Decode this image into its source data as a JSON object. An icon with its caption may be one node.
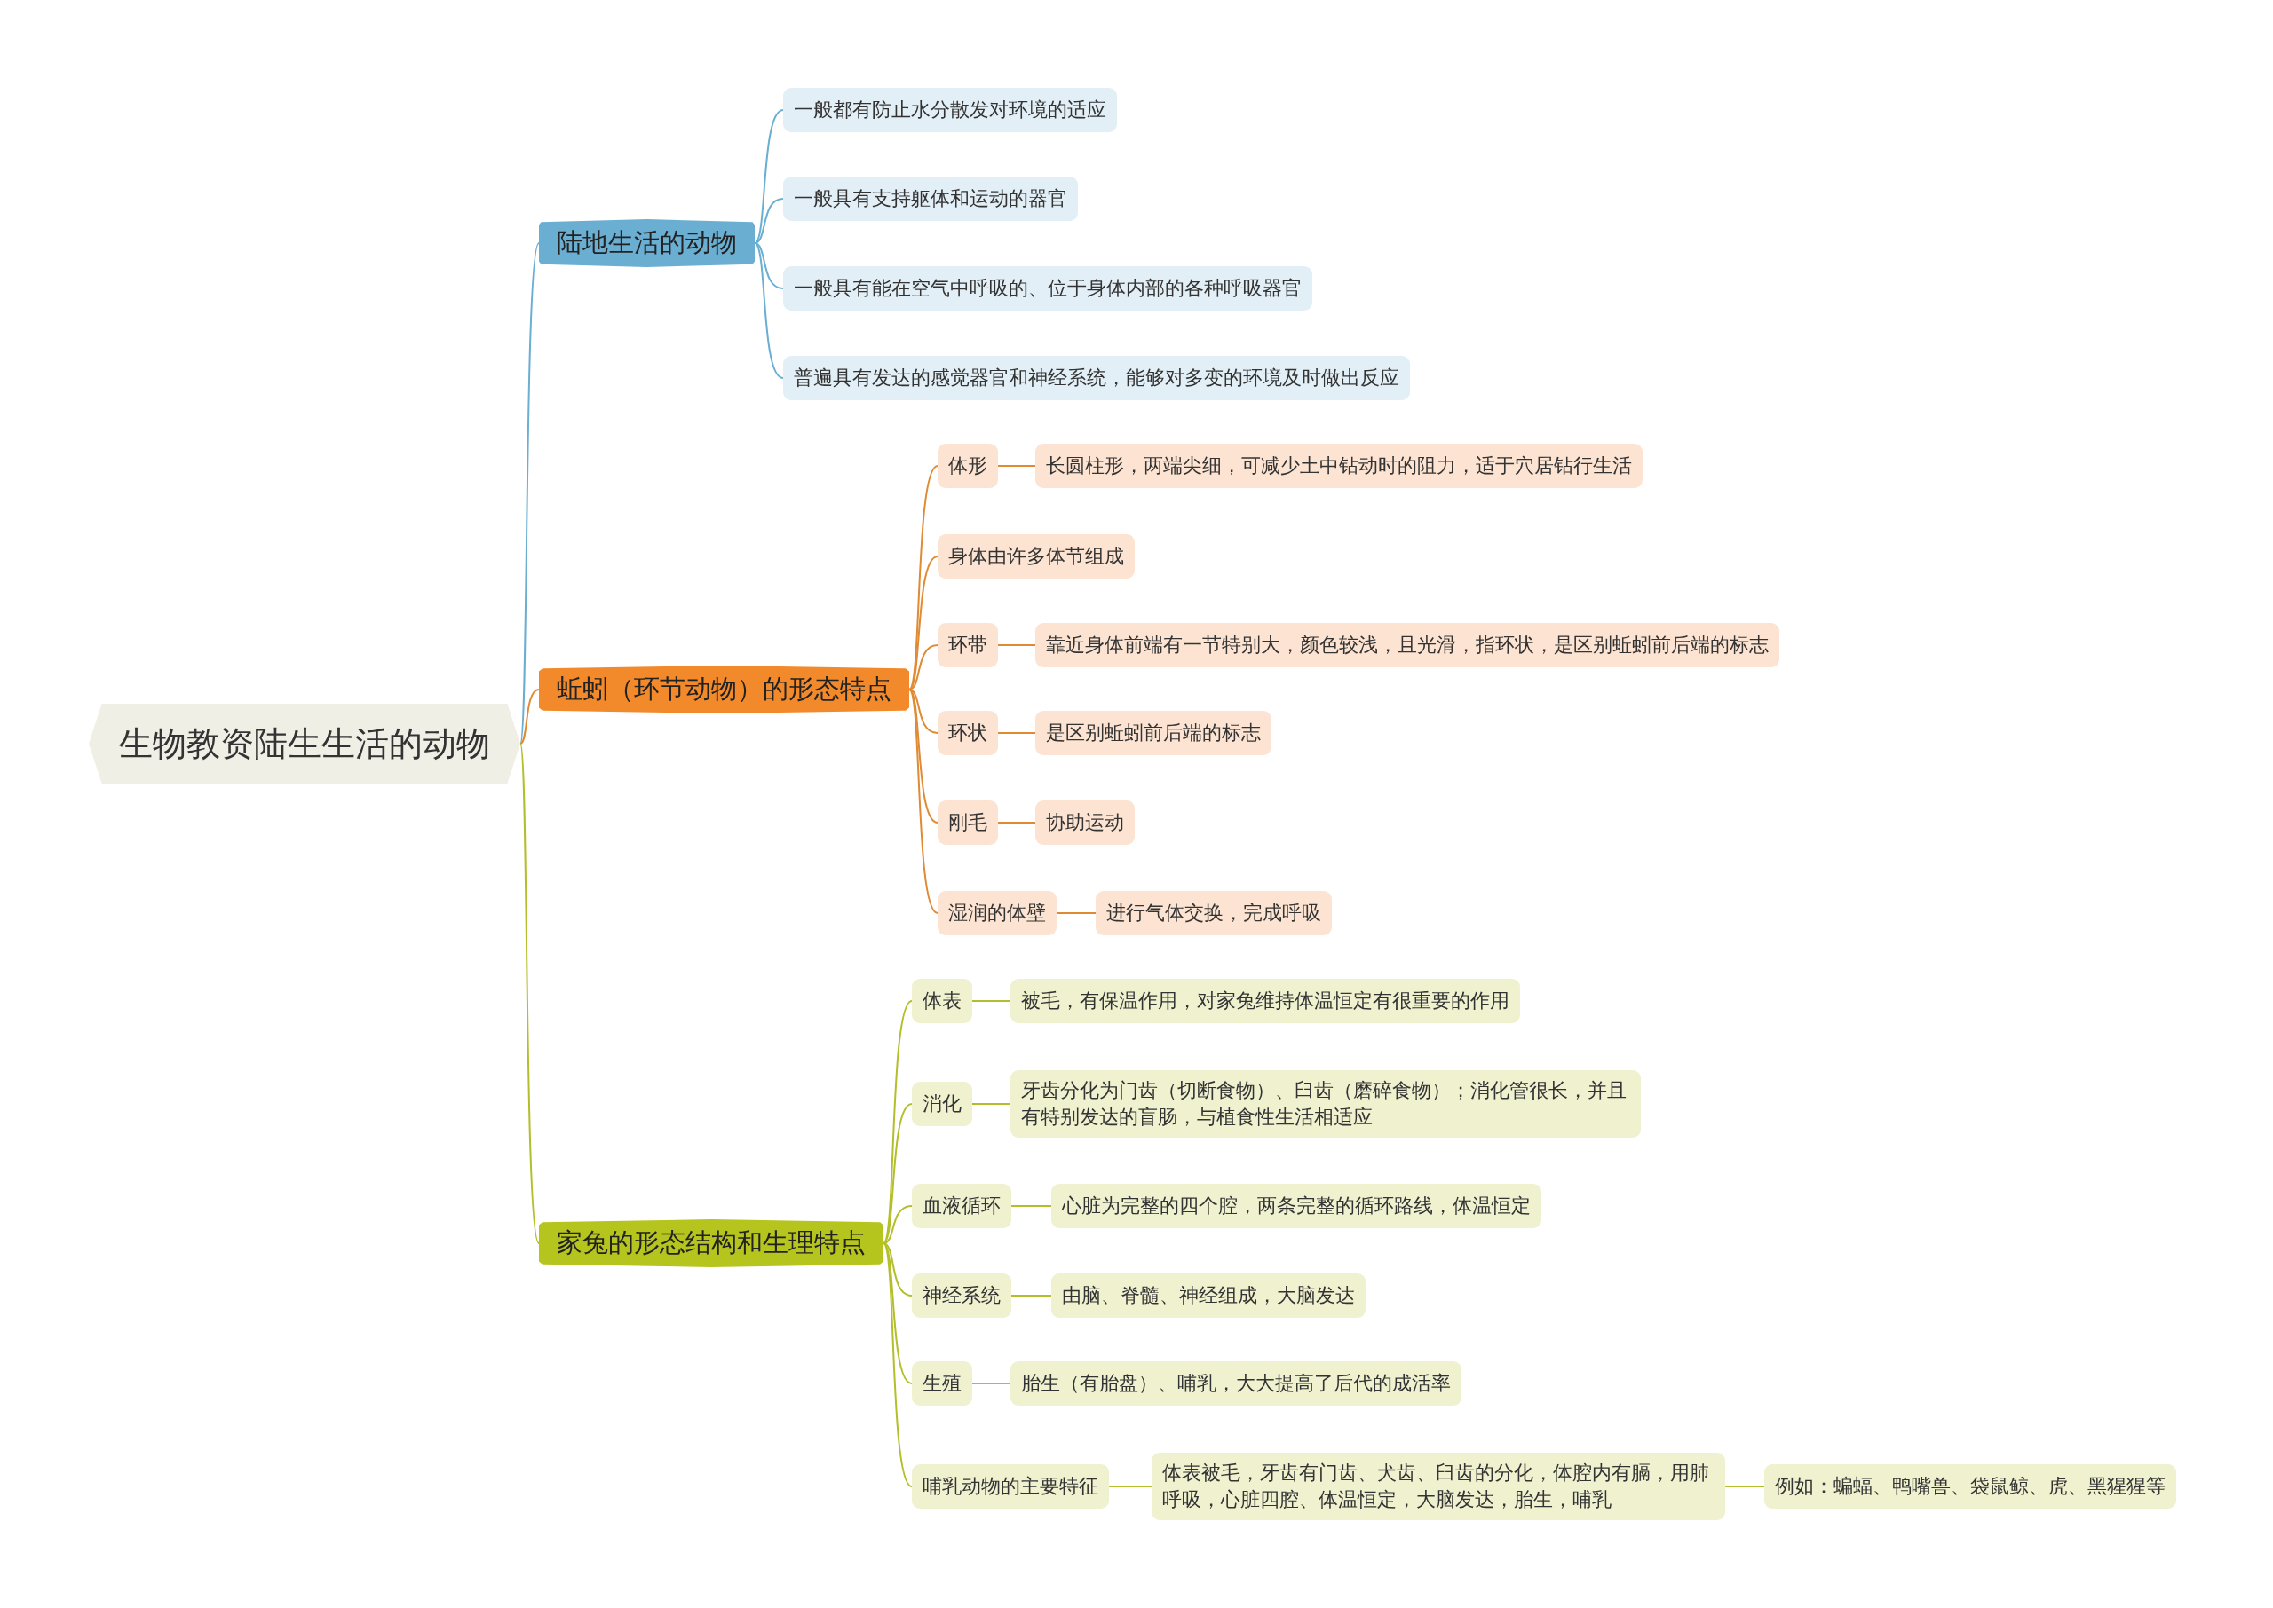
{
  "diagram": {
    "nodes": [
      {
        "text": [
          "生物教资陆生生活的动物"
        ]
      },
      {
        "text": [
          "陆地生活的动物"
        ]
      },
      {
        "text": [
          "一般都有防止水分散发对环境的适应"
        ]
      },
      {
        "text": [
          "一般具有支持躯体和运动的器官"
        ]
      },
      {
        "text": [
          "一般具有能在空气中呼吸的、位于身体内部的各种呼吸器官"
        ]
      },
      {
        "text": [
          "普遍具有发达的感觉器官和神经系统，能够对多变的环境及时做出反应"
        ]
      },
      {
        "text": [
          "蚯蚓（环节动物）的形态特点"
        ]
      },
      {
        "text": [
          "体形"
        ]
      },
      {
        "text": [
          "长圆柱形，两端尖细，可减少土中钻动时的阻力，适于穴居钻行生活"
        ]
      },
      {
        "text": [
          "身体由许多体节组成"
        ]
      },
      {
        "text": [
          "环带"
        ]
      },
      {
        "text": [
          "靠近身体前端有一节特别大，颜色较浅，且光滑，指环状，是区别蚯蚓前后端的标志"
        ]
      },
      {
        "text": [
          "环状"
        ]
      },
      {
        "text": [
          "是区别蚯蚓前后端的标志"
        ]
      },
      {
        "text": [
          "刚毛"
        ]
      },
      {
        "text": [
          "协助运动"
        ]
      },
      {
        "text": [
          "湿润的体壁"
        ]
      },
      {
        "text": [
          "进行气体交换，完成呼吸"
        ]
      },
      {
        "text": [
          "家兔的形态结构和生理特点"
        ]
      },
      {
        "text": [
          "体表"
        ]
      },
      {
        "text": [
          "被毛，有保温作用，对家兔维持体温恒定有很重要的作用"
        ]
      },
      {
        "text": [
          "消化"
        ]
      },
      {
        "text": [
          "牙齿分化为门齿（切断食物）、臼齿（磨碎食物）；消化管很长，并且有特别发达的盲肠，与植食性生活相适应"
        ]
      },
      {
        "text": [
          "血液循环"
        ]
      },
      {
        "text": [
          "心脏为完整的四个腔，两条完整的循环路线，体温恒定"
        ]
      },
      {
        "text": [
          "神经系统"
        ]
      },
      {
        "text": [
          "由脑、脊髓、神经组成，大脑发达"
        ]
      },
      {
        "text": [
          "生殖"
        ]
      },
      {
        "text": [
          "胎生（有胎盘）、哺乳，大大提高了后代的成活率"
        ]
      },
      {
        "text": [
          "哺乳动物的主要特征"
        ]
      },
      {
        "text": [
          "体表被毛，牙齿有门齿、犬齿、臼齿的分化，体腔内有膈，用肺呼吸，心脏四腔、体温恒定，大脑发达，胎生，哺乳"
        ]
      },
      {
        "text": [
          "例如：蝙蝠、鸭嘴兽、袋鼠鲸、虎、黑猩猩等"
        ]
      }
    ],
    "edges": [
      {
        "from": 0,
        "to": 1,
        "arrow": "none",
        "color": "#6aaed2"
      },
      {
        "from": 0,
        "to": 6,
        "arrow": "none",
        "color": "#e08a34"
      },
      {
        "from": 0,
        "to": 18,
        "arrow": "none"
      },
      {
        "from": 1,
        "to": 2,
        "arrow": "none",
        "color": "#6aaed2"
      },
      {
        "from": 1,
        "to": 3,
        "arrow": "none",
        "color": "#6aaed2"
      },
      {
        "from": 1,
        "to": 4,
        "arrow": "none",
        "color": "#6aaed2"
      },
      {
        "from": 1,
        "to": 5,
        "arrow": "none",
        "color": "#6aaed2"
      },
      {
        "from": 6,
        "to": 7,
        "arrow": "none",
        "color": "#e08a34"
      },
      {
        "from": 7,
        "to": 8,
        "arrow": "none",
        "color": "#e08a34"
      },
      {
        "from": 6,
        "to": 9,
        "arrow": "none",
        "color": "#e08a34"
      },
      {
        "from": 6,
        "to": 10,
        "arrow": "none",
        "color": "#e08a34"
      },
      {
        "from": 10,
        "to": 11,
        "arrow": "none",
        "color": "#e08a34"
      },
      {
        "from": 6,
        "to": 12,
        "arrow": "none",
        "color": "#e08a34"
      },
      {
        "from": 12,
        "to": 13,
        "arrow": "none",
        "color": "#e08a34"
      },
      {
        "from": 6,
        "to": 14,
        "arrow": "none",
        "color": "#e08a34"
      },
      {
        "from": 14,
        "to": 15,
        "arrow": "none",
        "color": "#e08a34"
      },
      {
        "from": 6,
        "to": 16,
        "arrow": "none",
        "color": "#e08a34"
      },
      {
        "from": 16,
        "to": 17,
        "arrow": "none",
        "color": "#e08a34"
      },
      {
        "from": 18,
        "to": 19,
        "arrow": "none"
      },
      {
        "from": 19,
        "to": 20,
        "arrow": "none"
      },
      {
        "from": 18,
        "to": 21,
        "arrow": "none"
      },
      {
        "from": 21,
        "to": 22,
        "arrow": "none"
      },
      {
        "from": 18,
        "to": 23,
        "arrow": "none"
      },
      {
        "from": 23,
        "to": 24,
        "arrow": "none"
      },
      {
        "from": 18,
        "to": 25,
        "arrow": "none"
      },
      {
        "from": 25,
        "to": 26,
        "arrow": "none"
      },
      {
        "from": 18,
        "to": 27,
        "arrow": "none"
      },
      {
        "from": 27,
        "to": 28,
        "arrow": "none"
      },
      {
        "from": 18,
        "to": 29,
        "arrow": "none"
      },
      {
        "from": 29,
        "to": 30,
        "arrow": "none"
      },
      {
        "from": 30,
        "to": 31,
        "arrow": "none"
      }
    ]
  }
}
